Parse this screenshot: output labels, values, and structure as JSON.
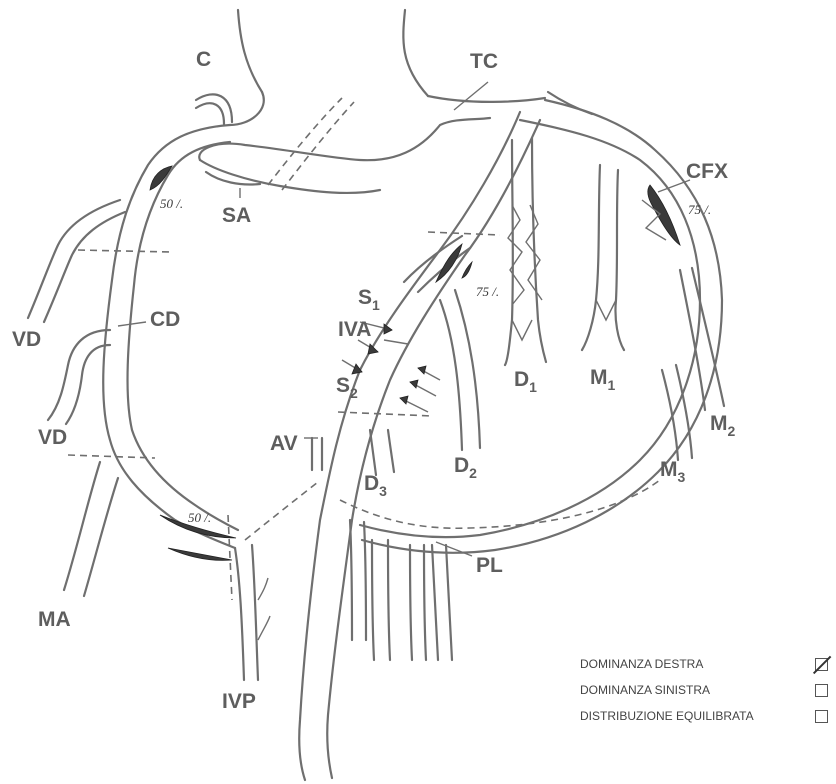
{
  "labels": {
    "c": "C",
    "tc": "TC",
    "cfx": "CFX",
    "sa": "SA",
    "cd": "CD",
    "vd1": "VD",
    "vd2": "VD",
    "ma": "MA",
    "ivp": "IVP",
    "av": "AV",
    "pl": "PL",
    "iva": "IVA",
    "s1": "S",
    "s1_sub": "1",
    "s2": "S",
    "s2_sub": "2",
    "d1": "D",
    "d1_sub": "1",
    "d2": "D",
    "d2_sub": "2",
    "d3": "D",
    "d3_sub": "3",
    "m1": "M",
    "m1_sub": "1",
    "m2": "M",
    "m2_sub": "2",
    "m3": "M",
    "m3_sub": "3"
  },
  "stenosis": {
    "cd_proximal": "50 /.",
    "cd_distal": "50 /.",
    "iva": "75 /.",
    "cfx": "75 /."
  },
  "legend": [
    {
      "label": "DOMINANZA DESTRA",
      "checked": true
    },
    {
      "label": "DOMINANZA SINISTRA",
      "checked": false
    },
    {
      "label": "DISTRIBUZIONE EQUILIBRATA",
      "checked": false
    }
  ]
}
